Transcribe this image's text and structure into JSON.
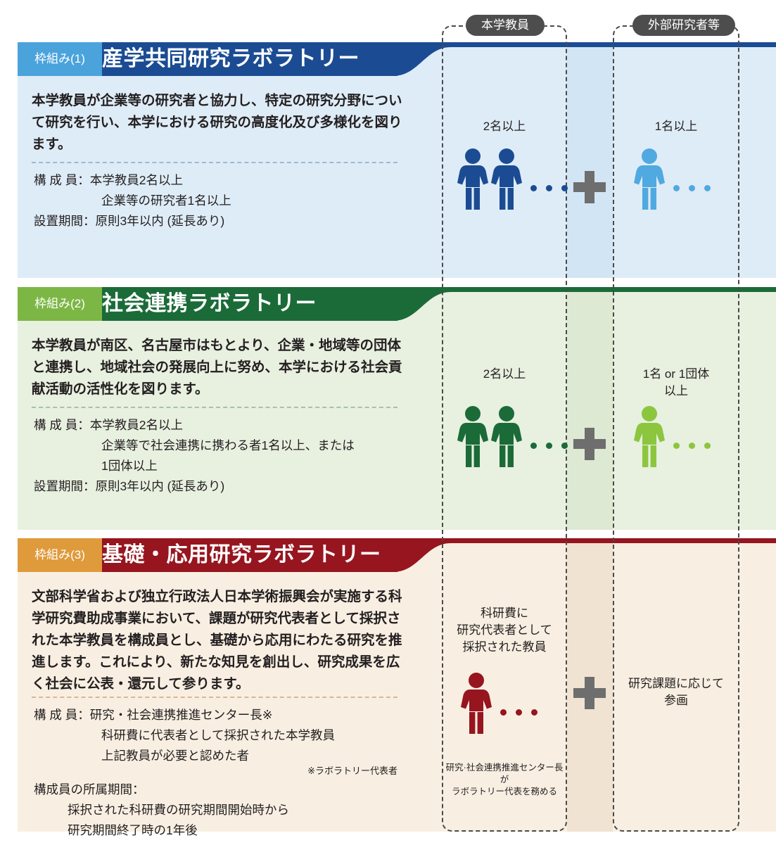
{
  "column_headers": {
    "internal": "本学教員",
    "external": "外部研究者等"
  },
  "colors": {
    "blue_dark": "#1b4c93",
    "blue_badge": "#4ba3dc",
    "blue_panel": "#deecf7",
    "blue_figure_light": "#50a9e0",
    "green_dark": "#1b6b38",
    "green_badge": "#7cb745",
    "green_panel": "#e8f0e0",
    "green_figure_light": "#8cc63f",
    "red_dark": "#96151f",
    "red_badge": "#df9a3c",
    "red_panel": "#f8efe2",
    "pill_bg": "#4d4d4d",
    "plus_gray": "#6e6e6e"
  },
  "sections": [
    {
      "badge": "枠組み(1)",
      "title": "産学共同研究ラボラトリー",
      "body": "本学教員が企業等の研究者と協力し、特定の研究分野について研究を行い、本学における研究の高度化及び多様化を図ります。",
      "meta_rows": [
        {
          "label": "構 成 員：",
          "value": "本学教員2名以上"
        },
        {
          "label": "",
          "value": "企業等の研究者1名以上"
        },
        {
          "label": "設置期間：",
          "value": "原則3年以内 (延長あり)"
        }
      ],
      "internal": {
        "count_label": "2名以上",
        "figures": 2
      },
      "external": {
        "count_label": "1名以上",
        "figures": 1
      },
      "connector": "plus"
    },
    {
      "badge": "枠組み(2)",
      "title": "社会連携ラボラトリー",
      "body": "本学教員が南区、名古屋市はもとより、企業・地域等の団体と連携し、地域社会の発展向上に努め、本学における社会貢献活動の活性化を図ります。",
      "meta_rows": [
        {
          "label": "構 成 員：",
          "value": "本学教員2名以上"
        },
        {
          "label": "",
          "value": "企業等で社会連携に携わる者1名以上、または"
        },
        {
          "label": "",
          "value": "1団体以上"
        },
        {
          "label": "設置期間：",
          "value": "原則3年以内 (延長あり)"
        }
      ],
      "internal": {
        "count_label": "2名以上",
        "figures": 2
      },
      "external": {
        "count_label": "1名 or 1団体\n以上",
        "figures": 1
      },
      "connector": "plus"
    },
    {
      "badge": "枠組み(3)",
      "title": "基礎・応用研究ラボラトリー",
      "body": "文部科学省および独立行政法人日本学術振興会が実施する科学研究費助成事業において、課題が研究代表者として採択された本学教員を構成員とし、基礎から応用にわたる研究を推進します。これにより、新たな知見を創出し、研究成果を広く社会に公表・還元して参ります。",
      "meta_rows": [
        {
          "label": "構 成 員：",
          "value": "研究・社会連携推進センター長※"
        },
        {
          "label": "",
          "value": "科研費に代表者として採択された本学教員"
        },
        {
          "label": "",
          "value": "上記教員が必要と認めた者"
        }
      ],
      "footnote": "※ラボラトリー代表者",
      "meta_rows2": [
        {
          "label": "構成員の所属期間：",
          "value": ""
        },
        {
          "label": "",
          "value": "採択された科研費の研究期間開始時から"
        },
        {
          "label": "",
          "value": "研究期間終了時の1年後"
        }
      ],
      "internal": {
        "count_label": "科研費に\n研究代表者として\n採択された教員",
        "figures": 1,
        "note": "研究·社会連携推進センター長が\nラボラトリー代表を務める"
      },
      "external": {
        "count_label": "研究課題に応じて\n参画",
        "figures": 0
      },
      "connector": "plus"
    }
  ]
}
